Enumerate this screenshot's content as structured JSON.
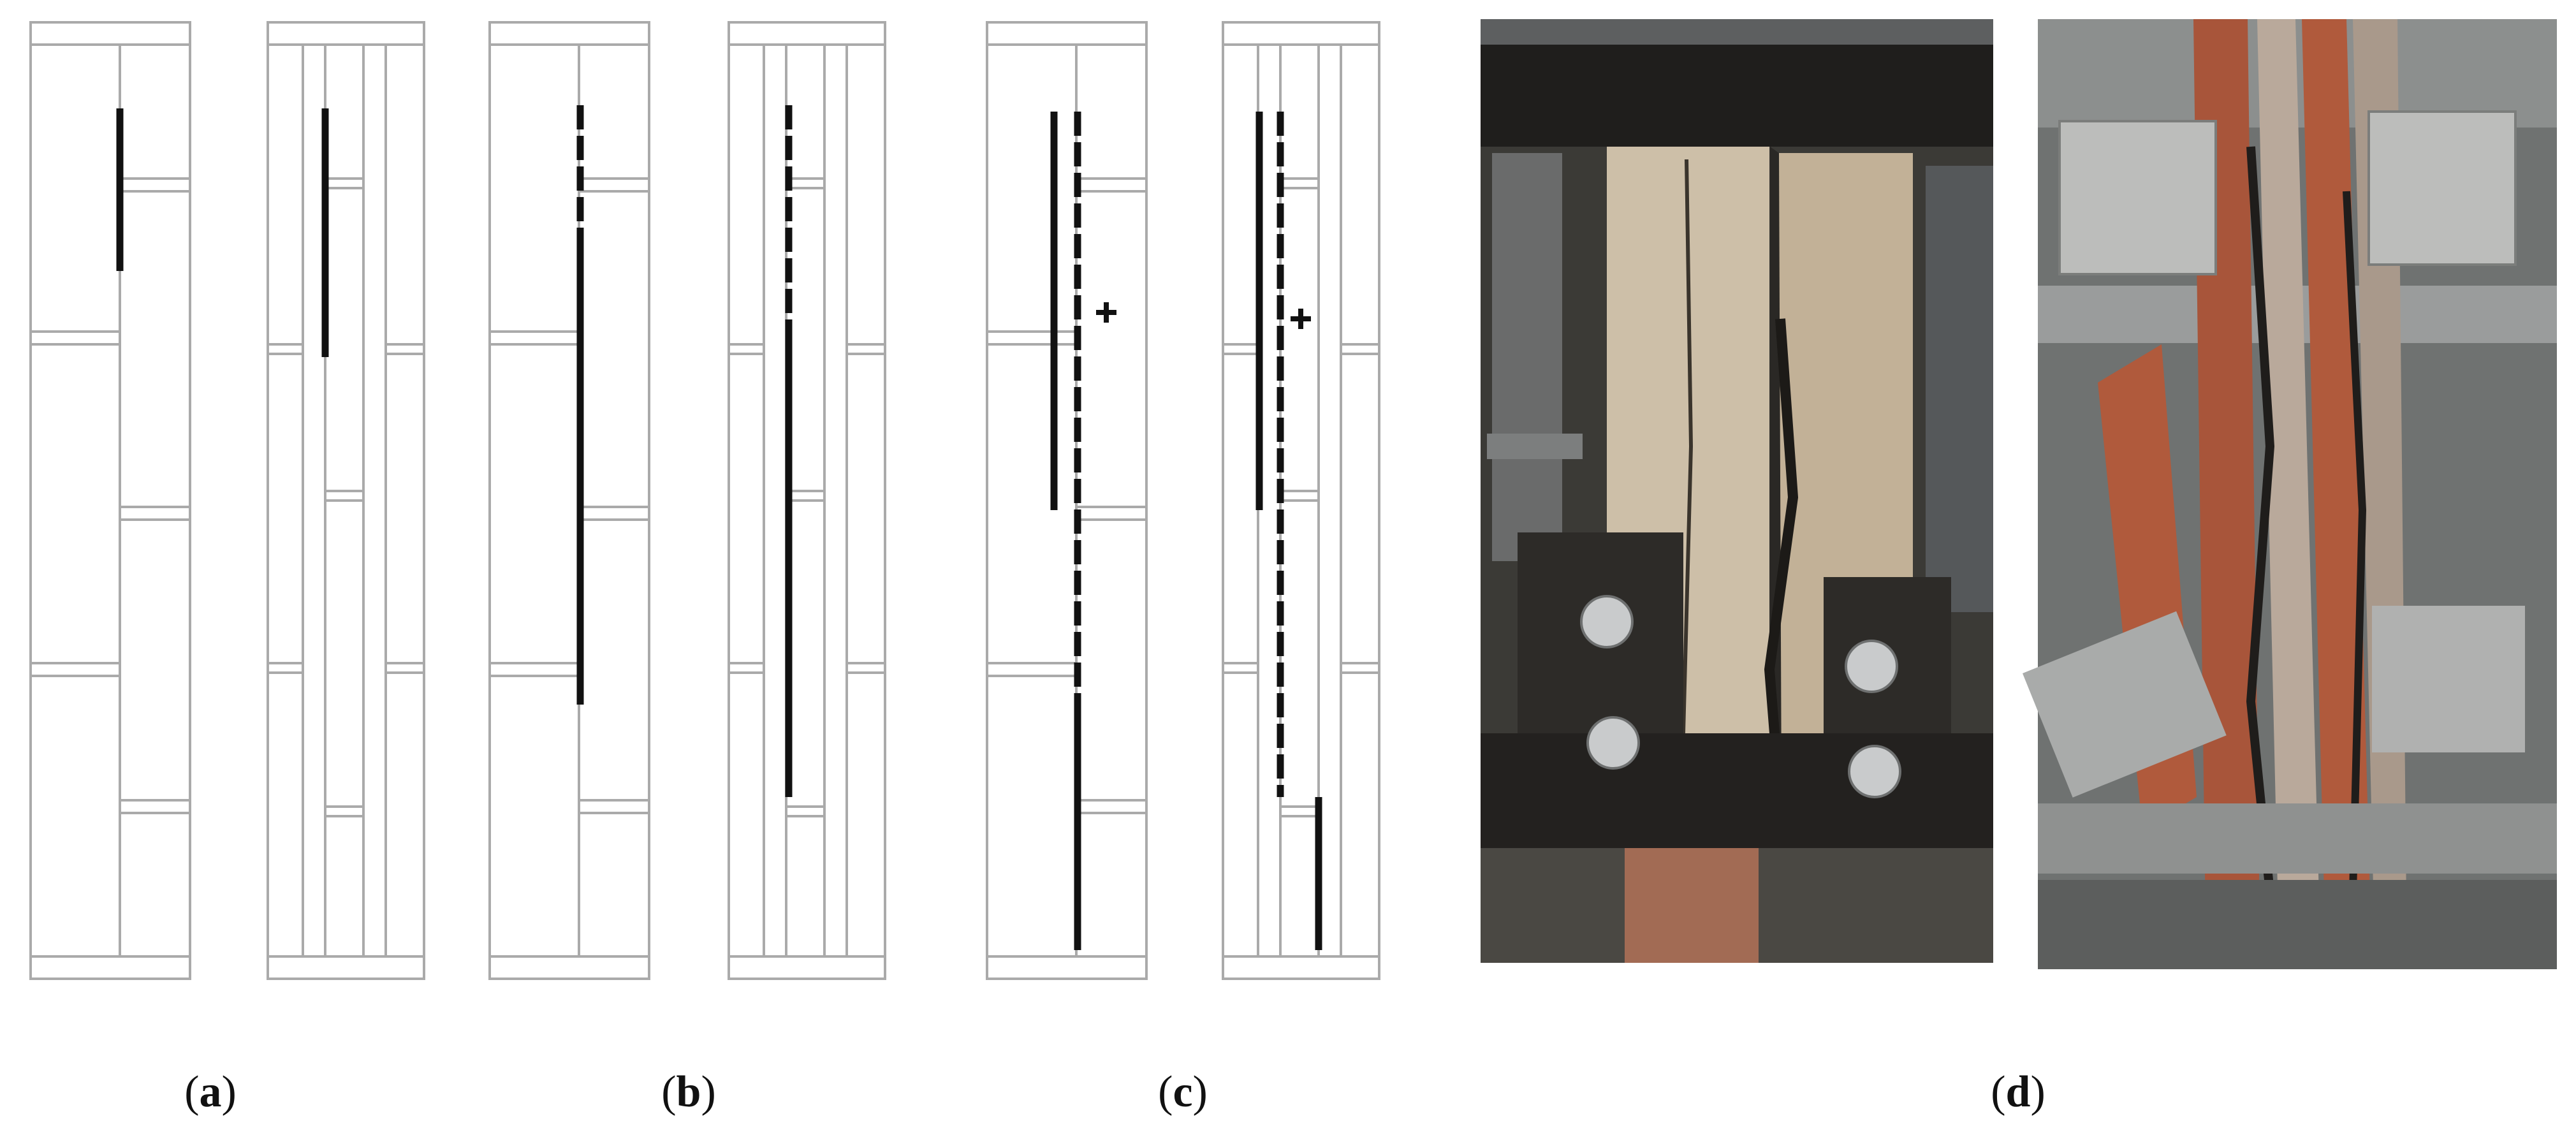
{
  "figure": {
    "panel_captions": [
      {
        "open": "(",
        "letter": "a",
        "close": ")"
      },
      {
        "open": "(",
        "letter": "b",
        "close": ")"
      },
      {
        "open": "(",
        "letter": "c",
        "close": ")"
      },
      {
        "open": "(",
        "letter": "d",
        "close": ")"
      }
    ],
    "colors": {
      "outline": "#aaaaaa",
      "crack": "#111111",
      "photo_background": "#3b3a36",
      "masonry_light": "#cdbfa8",
      "brick_red": "#a8553a",
      "steel_plate": "#2d2b28",
      "steel_frame": "#9a9c9c",
      "bolt": "#c9cbcc"
    },
    "icons": [
      "crack-line",
      "crushing-cross-marker",
      "bolt-icon"
    ]
  }
}
